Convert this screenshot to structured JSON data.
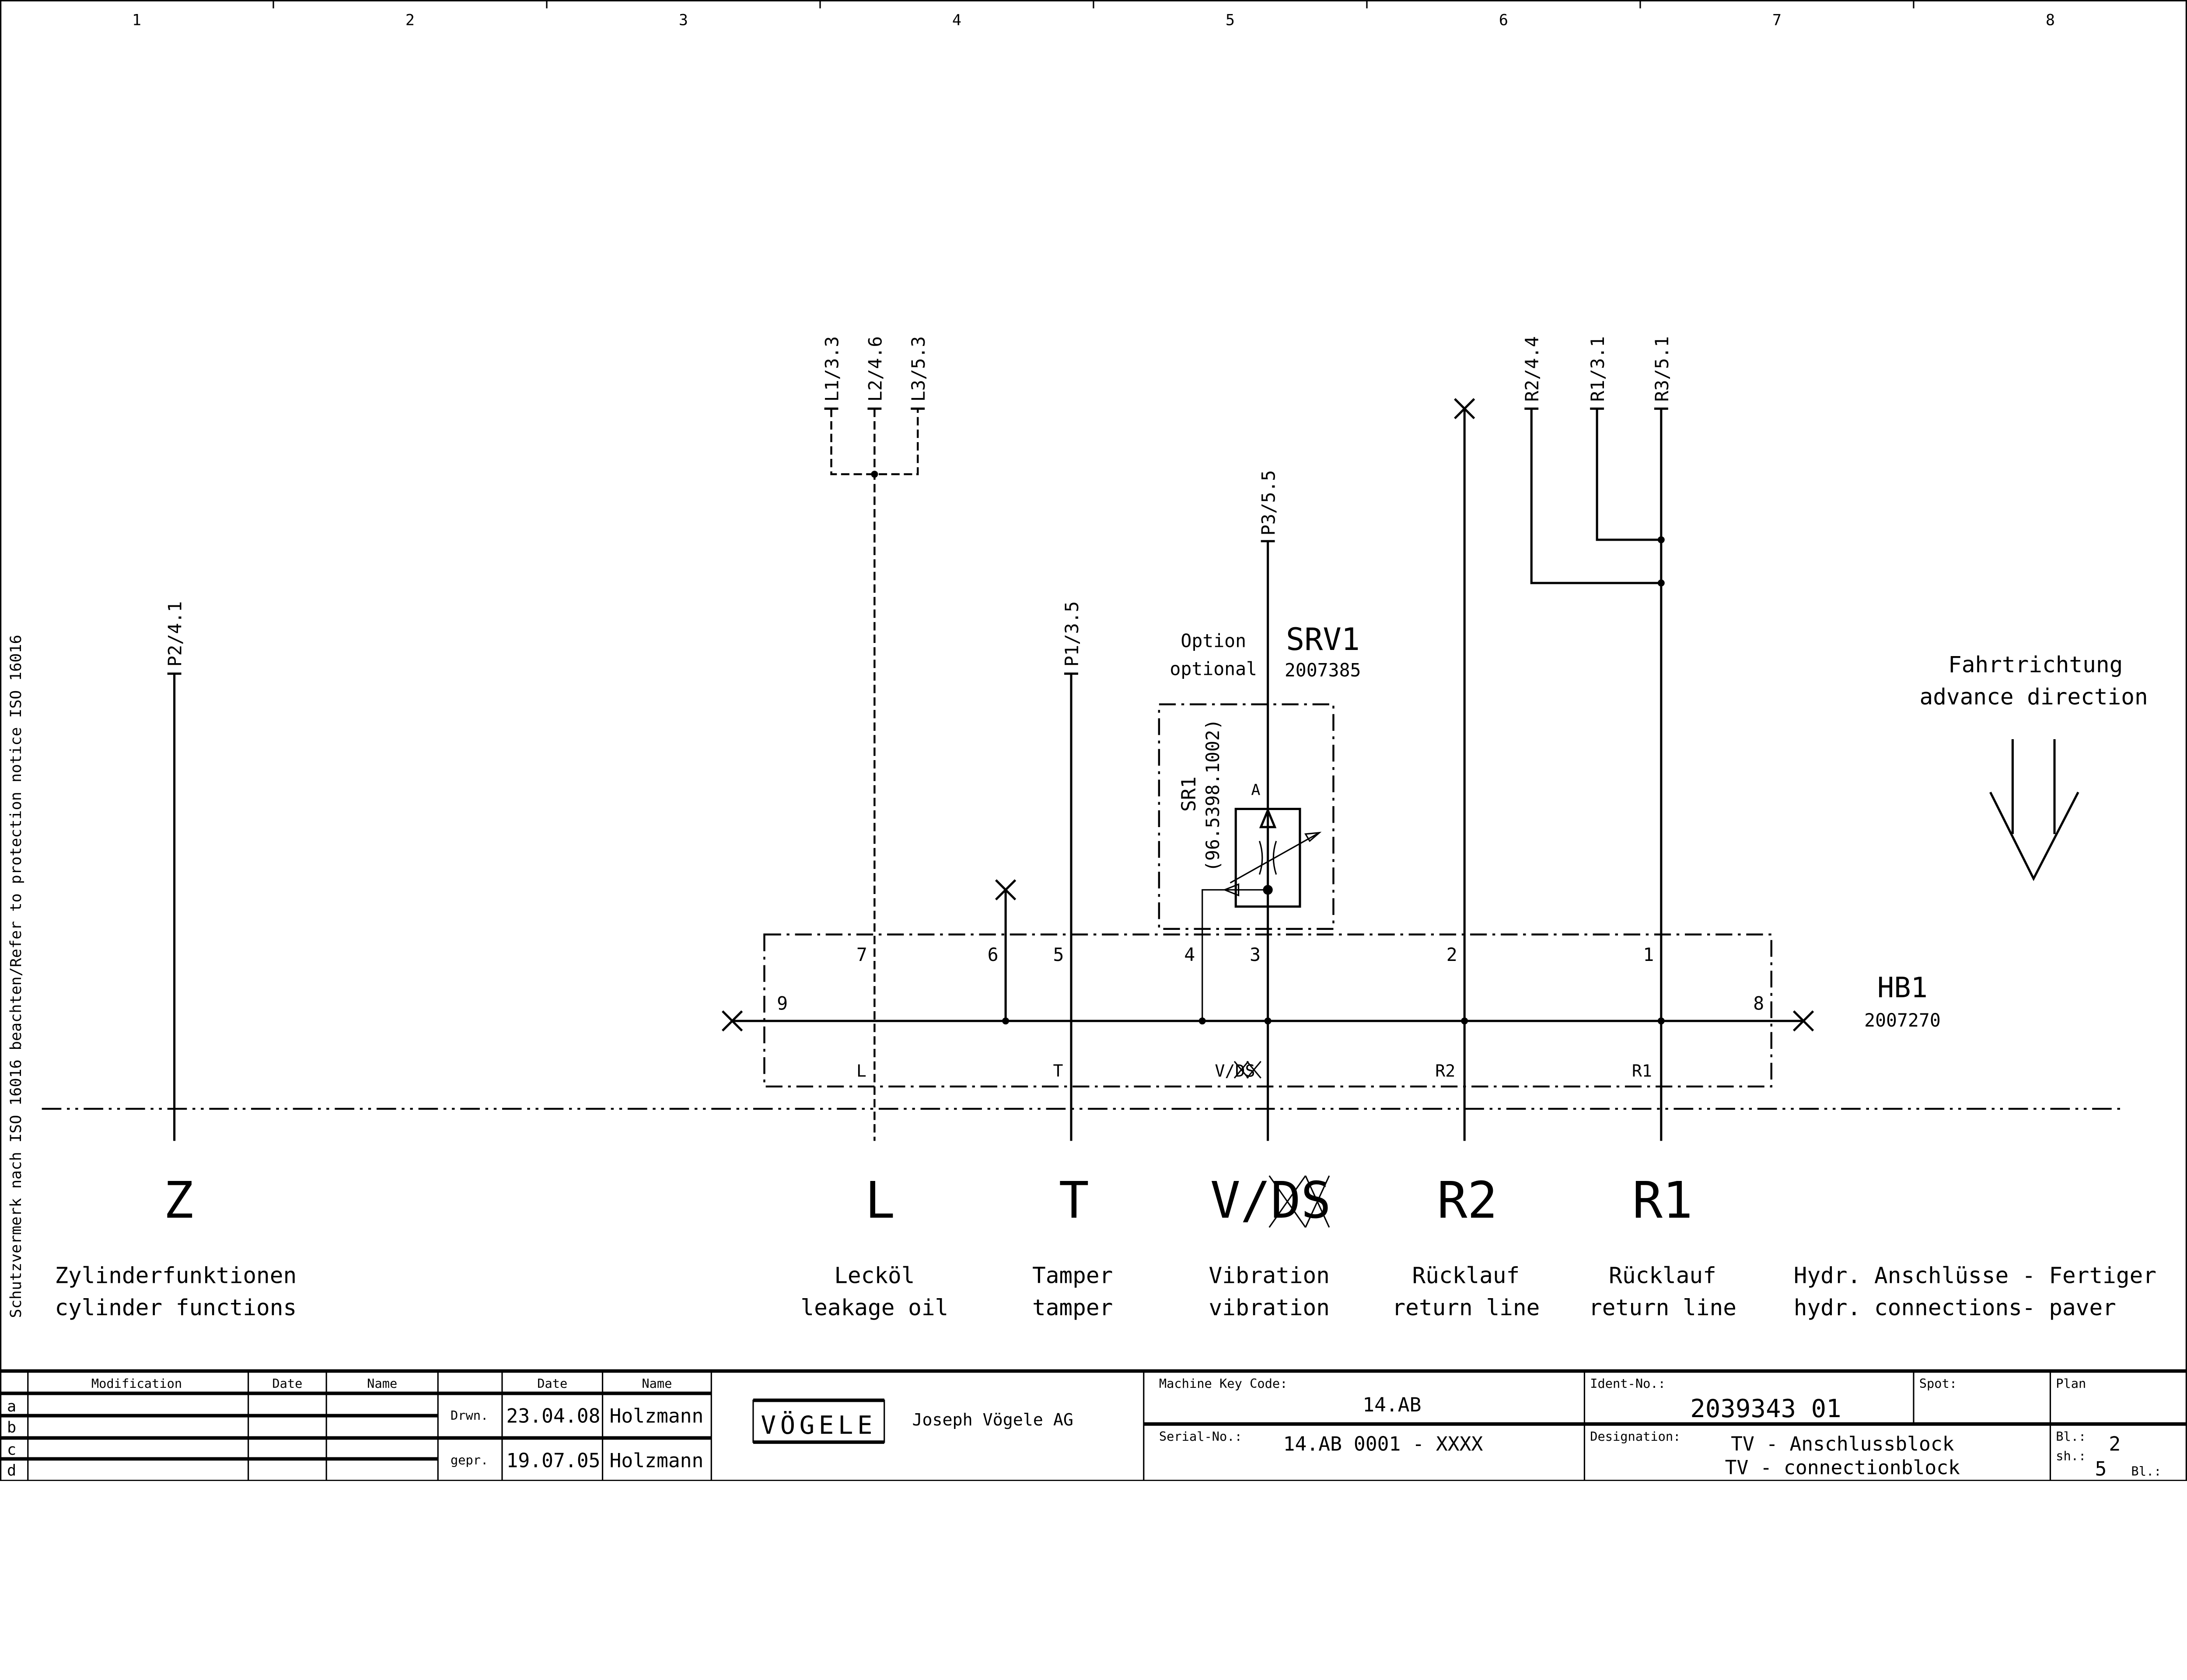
{
  "ruler": {
    "columns": [
      "1",
      "2",
      "3",
      "4",
      "5",
      "6",
      "7",
      "8"
    ]
  },
  "side_notice": "Schutzvermerk nach ISO 16016 beachten/Refer to protection notice ISO 16016",
  "connections": {
    "Z": {
      "ref": "P2/4.1",
      "label": "Z",
      "desc_de": "Zylinderfunktionen",
      "desc_en": "cylinder functions"
    },
    "L": {
      "refs": [
        "L1/3.3",
        "L2/4.6",
        "L3/5.3"
      ],
      "label": "L",
      "desc_de": "Lecköl",
      "desc_en": "leakage oil"
    },
    "T": {
      "ref": "P1/3.5",
      "label": "T",
      "desc_de": "Tamper",
      "desc_en": "tamper"
    },
    "V": {
      "ref": "P3/5.5",
      "label": "V/DS",
      "desc_de": "Vibration",
      "desc_en": "vibration"
    },
    "R2": {
      "ref": "R2/4.4",
      "label": "R2",
      "desc_de": "Rücklauf",
      "desc_en": "return line"
    },
    "R1": {
      "refs": [
        "R1/3.1",
        "R3/5.1"
      ],
      "label": "R1",
      "desc_de": "Rücklauf",
      "desc_en": "return line"
    }
  },
  "block": {
    "name": "HB1",
    "part": "2007270",
    "ports": [
      "9",
      "7",
      "6",
      "5",
      "4",
      "3",
      "2",
      "1",
      "8"
    ],
    "port_labels": [
      "L",
      "T",
      "V/DS",
      "R2",
      "R1"
    ]
  },
  "valve": {
    "name": "SRV1",
    "part": "2007385",
    "option_de": "Option",
    "option_en": "optional",
    "element": "SR1",
    "element_part": "(96.5398.1002)",
    "port_a": "A"
  },
  "direction": {
    "de": "Fahrtrichtung",
    "en": "advance direction"
  },
  "legend_note": {
    "line1": "Hydr. Anschlüsse - Fertiger",
    "line2": "hydr. connections- paver"
  },
  "title_block": {
    "mod_headers": [
      "Modification",
      "Date",
      "Name"
    ],
    "rows": [
      "a",
      "b",
      "c",
      "d"
    ],
    "sig_headers": [
      "Date",
      "Name"
    ],
    "drawn_label": "Drwn.",
    "drawn_date": "23.04.08",
    "drawn_name": "Holzmann",
    "checked_label": "gepr.",
    "checked_date": "19.07.05",
    "checked_name": "Holzmann",
    "logo": "VÖGELE",
    "company": "Joseph Vögele AG",
    "machine_key_label": "Machine Key Code:",
    "machine_key": "14.AB",
    "serial_label": "Serial-No.:",
    "serial": "14.AB 0001 - XXXX",
    "ident_label": "Ident-No.:",
    "ident": "2039343 01",
    "spot_label": "Spot:",
    "plan_label": "Plan",
    "designation_label": "Designation:",
    "designation_de": "TV - Anschlussblock",
    "designation_en": "TV - connectionblock",
    "sheet_label": "Bl.:",
    "sheet": "2",
    "sheets_label": "sh.:",
    "sheets": "5",
    "sheets_label2": "Bl.:"
  }
}
